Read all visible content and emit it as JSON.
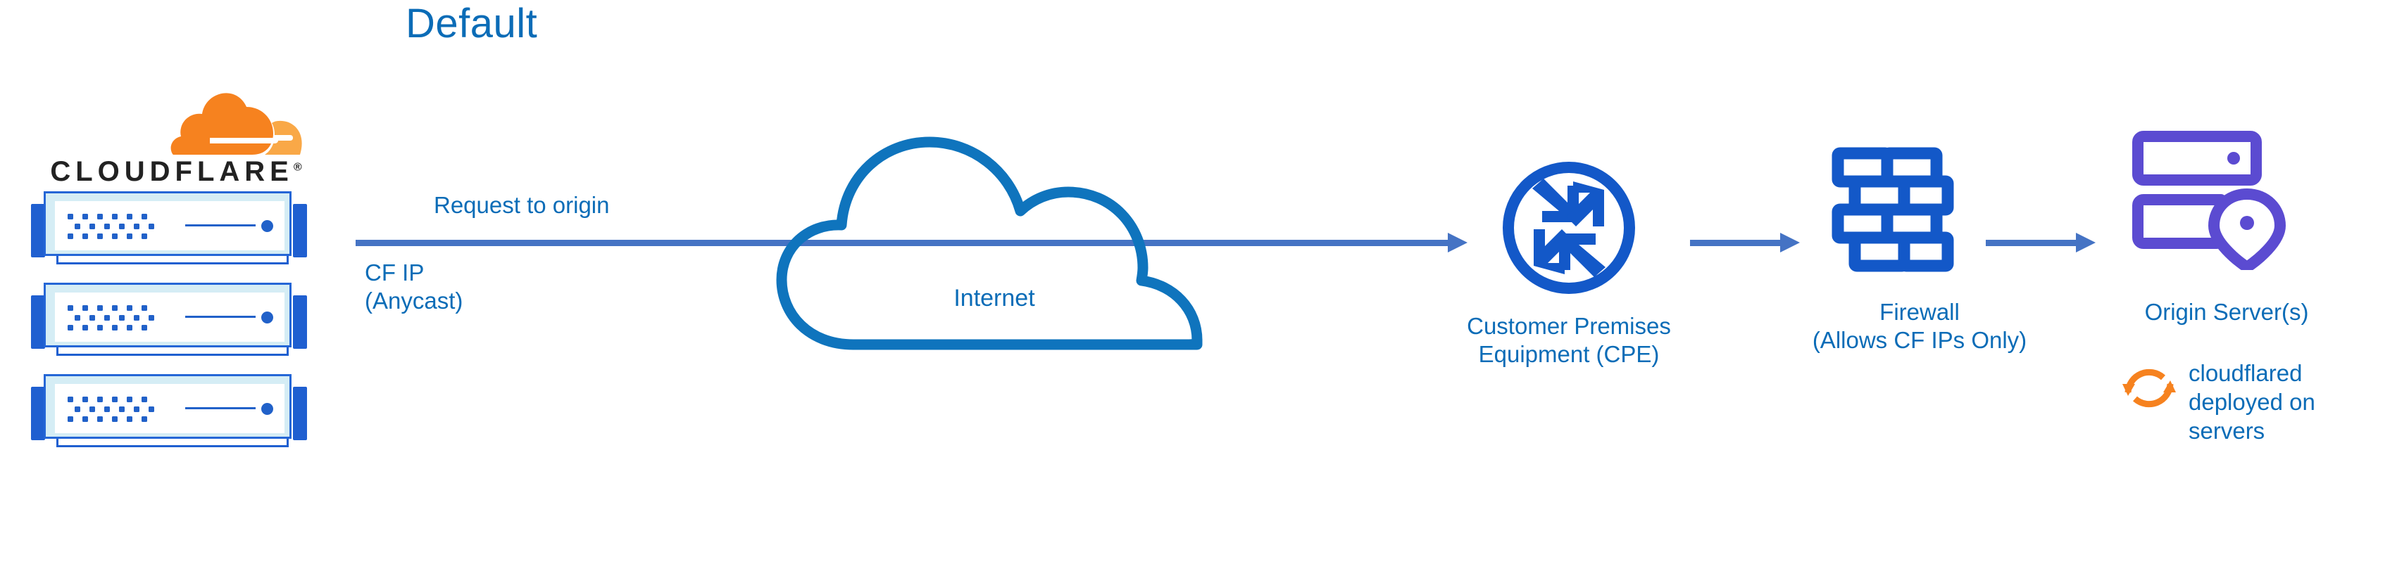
{
  "diagram": {
    "title": "Default",
    "type": "network-flow-diagram",
    "background_color": "#ffffff",
    "colors": {
      "title_blue": "#0b6cb7",
      "label_blue": "#0b6cb7",
      "arrow_blue": "#4573c4",
      "icon_blue": "#1358c8",
      "cloud_blue": "#0f74bd",
      "switch_blue": "#2566d6",
      "switch_fill": "#d5edf5",
      "origin_purple": "#5b4bd1",
      "cloudflare_orange": "#f6821f",
      "cloudflare_orange_light": "#f9a847",
      "wordmark_black": "#222222"
    }
  },
  "brand": {
    "mark_name": "cloudflare-cloud-mark",
    "wordmark": "CLOUDFLARE",
    "registered_mark": "®"
  },
  "edge": {
    "name": "cloudflare-edge-nodes",
    "switches": [
      {
        "label": "",
        "icon": "network-switch-icon"
      },
      {
        "label": "",
        "icon": "network-switch-icon"
      },
      {
        "label": "",
        "icon": "network-switch-icon"
      }
    ]
  },
  "flow": {
    "request_label": "Request to origin",
    "source_ip_label_line1": "CF IP",
    "source_ip_label_line2": "(Anycast)",
    "arrows": [
      {
        "name": "edge-to-cpe-arrow",
        "from": "cloudflare-edge",
        "to": "customer-premises-equipment"
      },
      {
        "name": "cpe-to-firewall-arrow",
        "from": "customer-premises-equipment",
        "to": "firewall"
      },
      {
        "name": "firewall-to-origin-arrow",
        "from": "firewall",
        "to": "origin-server"
      }
    ]
  },
  "nodes": {
    "internet": {
      "label": "Internet",
      "icon": "cloud-icon"
    },
    "cpe": {
      "label_line1": "Customer Premises",
      "label_line2": "Equipment (CPE)",
      "icon": "router-four-arrows-icon"
    },
    "firewall": {
      "label_line1": "Firewall",
      "label_line2": "(Allows CF IPs Only)",
      "icon": "brick-wall-icon"
    },
    "origin": {
      "label": "Origin Server(s)",
      "icon": "server-stack-location-pin-icon"
    },
    "cloudflared": {
      "label_line1": "cloudflared",
      "label_line2": "deployed on",
      "label_line3": "servers",
      "icon": "circular-sync-arrows-icon"
    }
  }
}
